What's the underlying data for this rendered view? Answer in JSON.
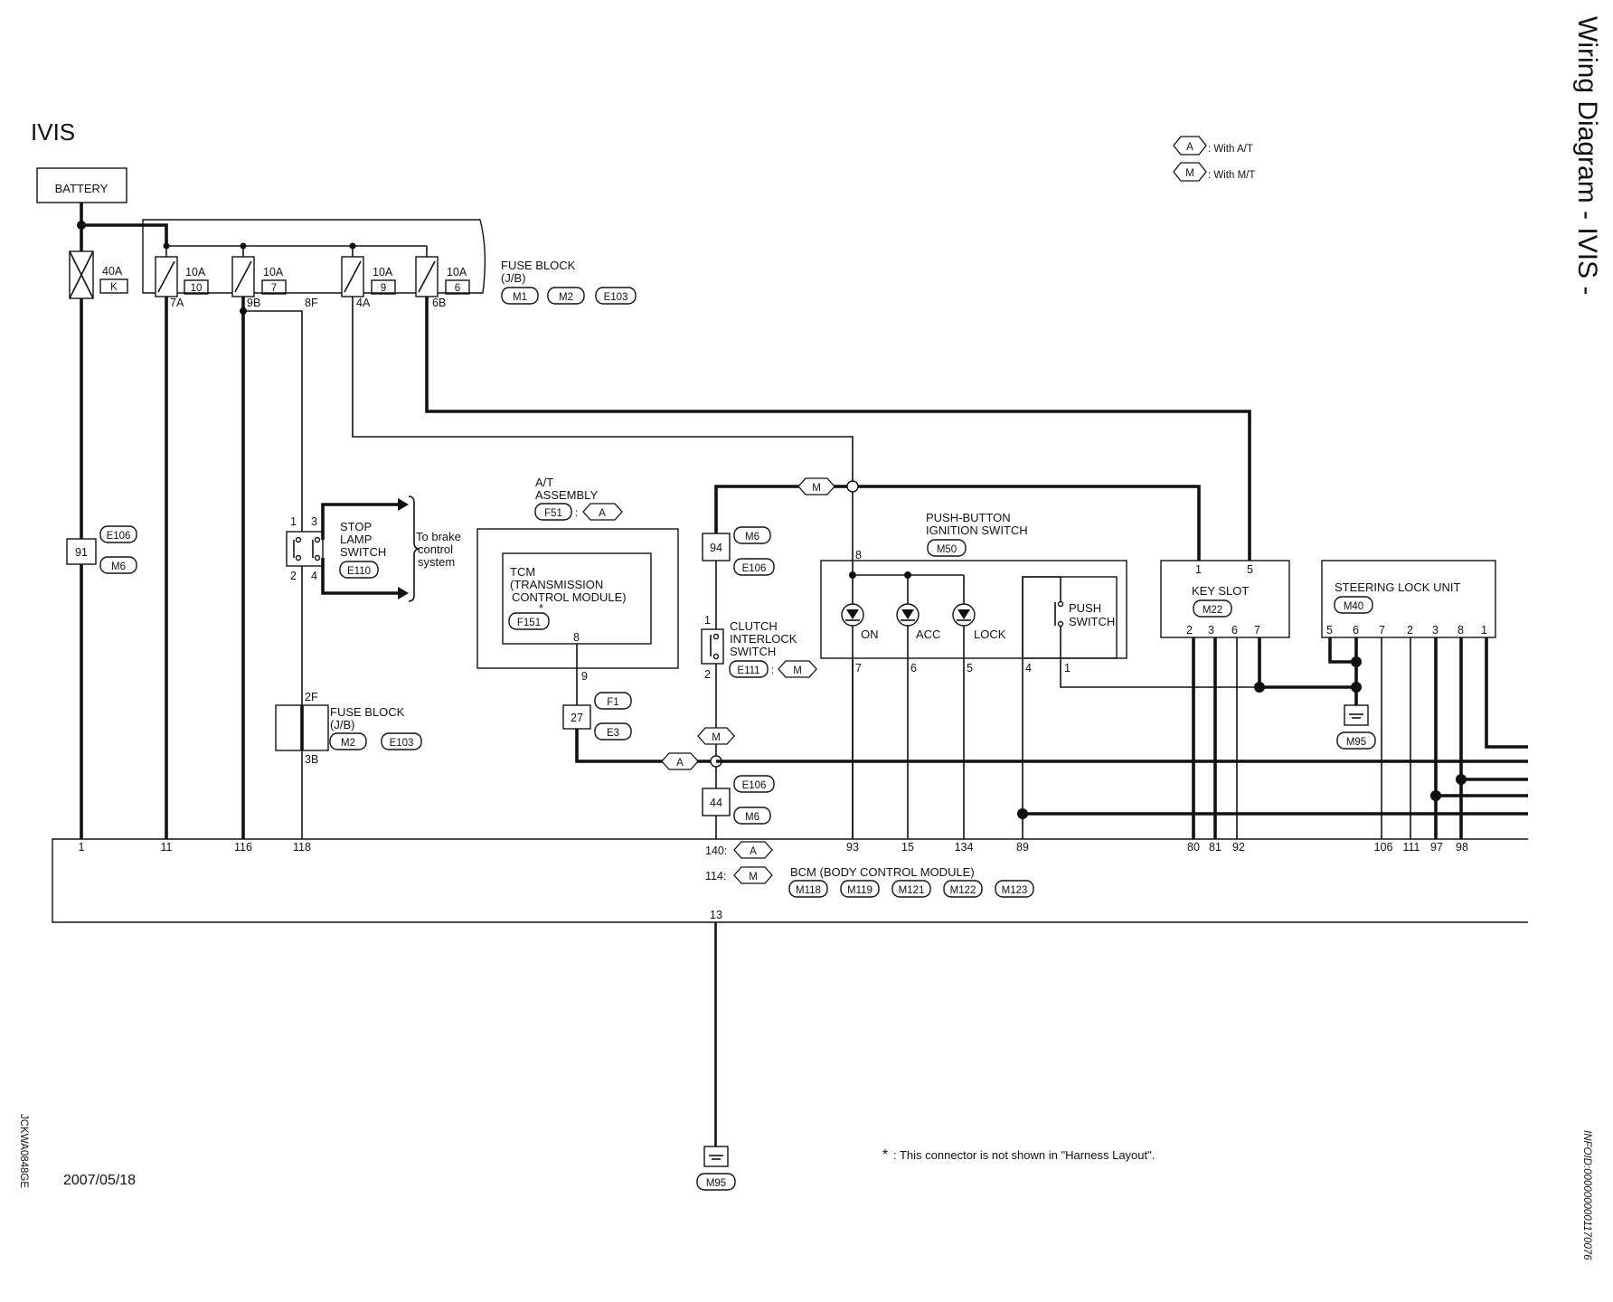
{
  "header": {
    "title": "IVIS",
    "side_title": "Wiring Diagram - IVIS -"
  },
  "legend": {
    "a_tag": "A",
    "a_text": ": With A/T",
    "m_tag": "M",
    "m_text": ": With M/T"
  },
  "battery": {
    "label": "BATTERY"
  },
  "fusible_link": {
    "rating": "40A",
    "id": "K",
    "connector": "91",
    "conn1": "E106",
    "conn2": "M6"
  },
  "fuse_block_top": {
    "label": "FUSE BLOCK",
    "sub": "(J/B)",
    "connectors": [
      "M1",
      "M2",
      "E103"
    ],
    "fuses": [
      {
        "rating": "10A",
        "num": "10",
        "pin": "7A"
      },
      {
        "rating": "10A",
        "num": "7",
        "pin": "9B"
      },
      {
        "rating": "10A",
        "num": "9",
        "pin": "4A"
      },
      {
        "rating": "10A",
        "num": "6",
        "pin": "6B"
      }
    ],
    "extra_pin": "8F"
  },
  "stop_lamp": {
    "l1": "STOP",
    "l2": "LAMP",
    "l3": "SWITCH",
    "conn": "E110",
    "pins": [
      "1",
      "3",
      "2",
      "4"
    ],
    "note": [
      "To brake",
      "control",
      "system"
    ]
  },
  "fuse_block_low": {
    "label": "FUSE BLOCK",
    "sub": "(J/B)",
    "pin_top": "2F",
    "pin_bottom": "3B",
    "connectors": [
      "M2",
      "E103"
    ]
  },
  "at_assembly": {
    "l1": "A/T",
    "l2": "ASSEMBLY",
    "conn": "F51",
    "tag": "A"
  },
  "tcm": {
    "l1": "TCM",
    "l2": "(TRANSMISSION",
    "l3": "CONTROL MODULE)",
    "conn": "F151",
    "star": "*",
    "pin": "8"
  },
  "tcm_link": {
    "pin": "9",
    "connector": "27",
    "conn1": "F1",
    "conn2": "E3"
  },
  "clutch": {
    "l1": "CLUTCH",
    "l2": "INTERLOCK",
    "l3": "SWITCH",
    "conn": "E111",
    "tag": "M",
    "pin1": "1",
    "pin2": "2",
    "conn_upper": "94",
    "conn_upper_a": "M6",
    "conn_upper_b": "E106",
    "conn_lower": "44",
    "conn_lower_a": "E106",
    "conn_lower_b": "M6"
  },
  "ignition": {
    "l1": "PUSH-BUTTON",
    "l2": "IGNITION SWITCH",
    "conn": "M50",
    "pin_top": "8",
    "positions": [
      "ON",
      "ACC",
      "LOCK"
    ],
    "push_l1": "PUSH",
    "push_l2": "SWITCH",
    "pins_bottom": [
      "7",
      "6",
      "5",
      "4",
      "1"
    ]
  },
  "wire_tags": {
    "m_top": "M",
    "m_mid": "M",
    "a_mid": "A"
  },
  "key_slot": {
    "label": "KEY SLOT",
    "conn": "M22",
    "pins_top": [
      "1",
      "5"
    ],
    "pins_bottom": [
      "2",
      "3",
      "6",
      "7"
    ]
  },
  "steering_lock": {
    "label": "STEERING LOCK UNIT",
    "conn": "M40",
    "pins": [
      "5",
      "6",
      "7",
      "2",
      "3",
      "8",
      "1"
    ],
    "ground": "M95"
  },
  "bcm": {
    "label": "BCM (BODY CONTROL MODULE)",
    "connectors": [
      "M118",
      "M119",
      "M121",
      "M122",
      "M123"
    ],
    "pins": [
      "1",
      "11",
      "116",
      "118",
      "93",
      "15",
      "134",
      "89",
      "80",
      "81",
      "92",
      "106",
      "111",
      "97",
      "98"
    ],
    "pin140": "140:",
    "pin140_tag": "A",
    "pin114": "114:",
    "pin114_tag": "M",
    "pin13": "13",
    "ground": "M95"
  },
  "footer": {
    "date": "2007/05/18",
    "code_left": "JCKWA0848GE",
    "code_right": "INFOID:0000000001170076",
    "star": "*",
    "note": ": This connector is not shown in \"Harness Layout\"."
  }
}
